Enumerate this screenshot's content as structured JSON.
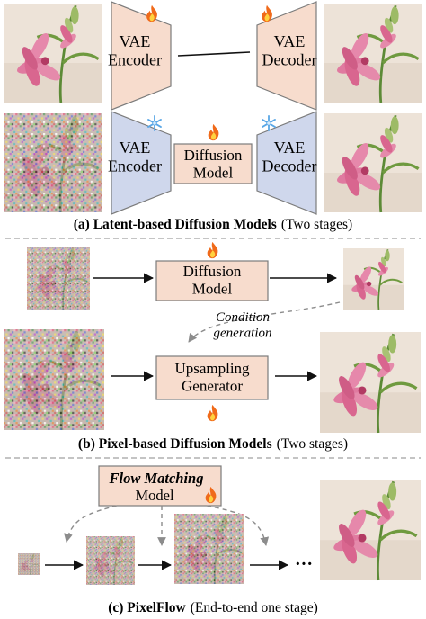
{
  "section_a": {
    "vae_encoder": "VAE\nEncoder",
    "vae_decoder": "VAE\nDecoder",
    "diffusion_model": "Diffusion\nModel",
    "caption_bold": "(a) Latent-based Diffusion Models",
    "caption_plain": "(Two stages)"
  },
  "section_b": {
    "diffusion_model": "Diffusion\nModel",
    "condition_generation": "Condition\ngeneration",
    "upsampling_generator": "Upsampling\nGenerator",
    "caption_bold": "(b) Pixel-based Diffusion Models",
    "caption_plain": "(Two stages)"
  },
  "section_c": {
    "flow_matching": "Flow Matching",
    "model": "Model",
    "ellipsis": "···",
    "caption_bold": "(c) PixelFlow",
    "caption_plain": "(End-to-end one stage)"
  },
  "colors": {
    "trainable_fill": "#f7dccd",
    "frozen_fill": "#cfd7ec",
    "box_stroke": "#7b7b7b",
    "fire": "#f06a1a",
    "snow": "#5aa7e6"
  },
  "icons": {
    "trainable": "fire-icon",
    "frozen": "snowflake-icon"
  }
}
